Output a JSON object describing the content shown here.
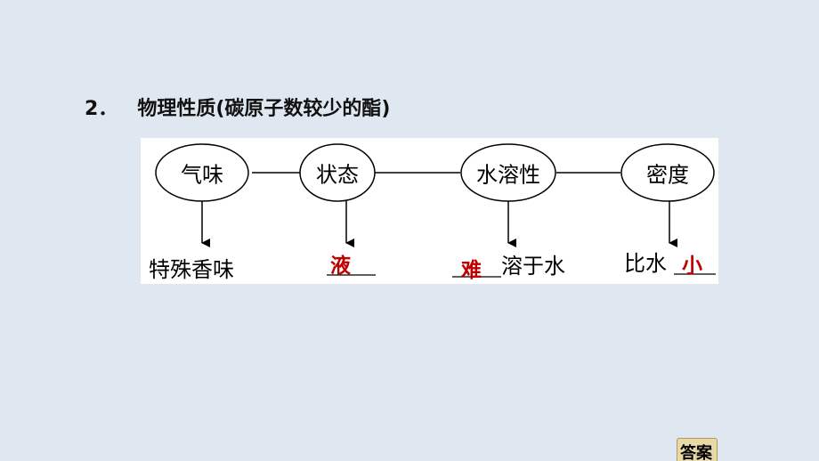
{
  "heading": {
    "number": "2．",
    "text": "物理性质(碳原子数较少的酯)"
  },
  "diagram": {
    "nodes": [
      {
        "label": "气味",
        "description": "特殊香味"
      },
      {
        "label": "状态",
        "answer": "液"
      },
      {
        "label": "水溶性",
        "answer": "难",
        "suffix": "溶于水"
      },
      {
        "label": "密度",
        "prefix": "比水",
        "answer": "小"
      }
    ]
  },
  "answer_button": {
    "label": "答案"
  },
  "colors": {
    "background": "#dfe8f0",
    "answer": "#c00000"
  }
}
